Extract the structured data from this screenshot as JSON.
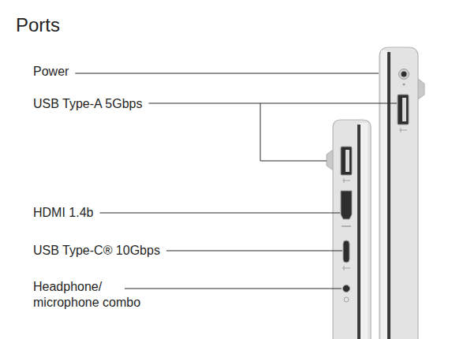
{
  "diagram": {
    "title": "Ports",
    "labels": [
      "Power",
      "USB Type-A 5Gbps",
      "HDMI 1.4b",
      "USB Type-C® 10Gbps",
      "Headphone/ microphone combo"
    ]
  }
}
